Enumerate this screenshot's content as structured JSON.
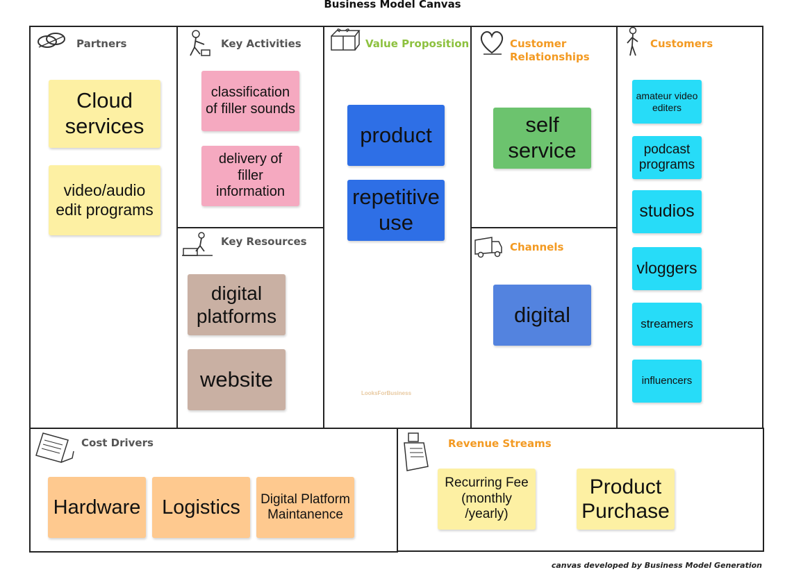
{
  "title": "Business Model Canvas",
  "footer": "canvas developed by Business Model Generation",
  "sections": {
    "partners": "Partners",
    "key_activities": "Key Activities",
    "key_resources": "Key  Resources",
    "value_proposition": "Value Proposition",
    "customer_relationships_1": "Customer",
    "customer_relationships_2": "Relationships",
    "channels": "Channels",
    "customers": "Customers",
    "cost_drivers": "Cost Drivers",
    "revenue_streams": "Revenue Streams"
  },
  "notes": {
    "partners": [
      "Cloud services",
      "video/audio edit programs"
    ],
    "key_activities": [
      "classification of filler sounds",
      "delivery of filler information"
    ],
    "key_resources": [
      "digital platforms",
      "website"
    ],
    "value_proposition": [
      "product",
      "repetitive use"
    ],
    "customer_relationships": [
      "self service"
    ],
    "channels": [
      "digital"
    ],
    "customers": [
      "amateur video editers",
      "podcast programs",
      "studios",
      "vloggers",
      "streamers",
      "influencers"
    ],
    "cost_drivers": [
      "Hardware",
      "Logistics",
      "Digital Platform Maintanence"
    ],
    "revenue_streams": [
      "Recurring Fee (monthly /yearly)",
      "Product Purchase"
    ]
  },
  "watermark": "LooksForBusiness",
  "colors": {
    "yellow": "#fdf0a3",
    "pink": "#f5a9c0",
    "blue": "#2e6fe6",
    "blue_light": "#5383df",
    "green": "#6cc36e",
    "cyan": "#27dcf8",
    "brown": "#c9b0a3",
    "orange": "#fec98f",
    "header_orange": "#f39a22",
    "header_green": "#8dc13f",
    "header_gray": "#555555"
  },
  "icons": {
    "partners": "handshake-icon",
    "key_activities": "worker-icon",
    "key_resources": "factory-icon",
    "value_proposition": "gift-icon",
    "customer_relationships": "heart-icon",
    "channels": "truck-icon",
    "customers": "person-icon",
    "cost_drivers": "receipt-icon",
    "revenue_streams": "cash-register-icon"
  }
}
